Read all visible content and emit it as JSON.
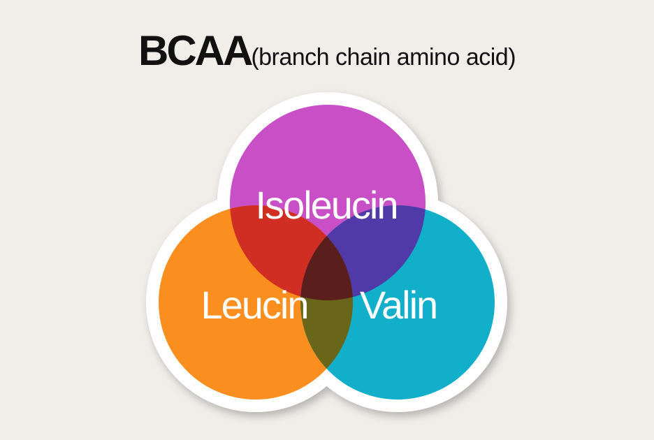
{
  "title": {
    "main": "BCAA",
    "sub": "(branch chain amino acid)"
  },
  "sets": [
    {
      "label": "Isoleucin",
      "color": "#c94fc7"
    },
    {
      "label": "Leucin",
      "color": "#fa8f1f"
    },
    {
      "label": "Valin",
      "color": "#12afcb"
    }
  ],
  "intersections": {
    "isoleucin_leucin": "#d02e22",
    "isoleucin_valin": "#4f3aa8",
    "leucin_valin": "#69661a",
    "all": "#5a1f1d"
  }
}
